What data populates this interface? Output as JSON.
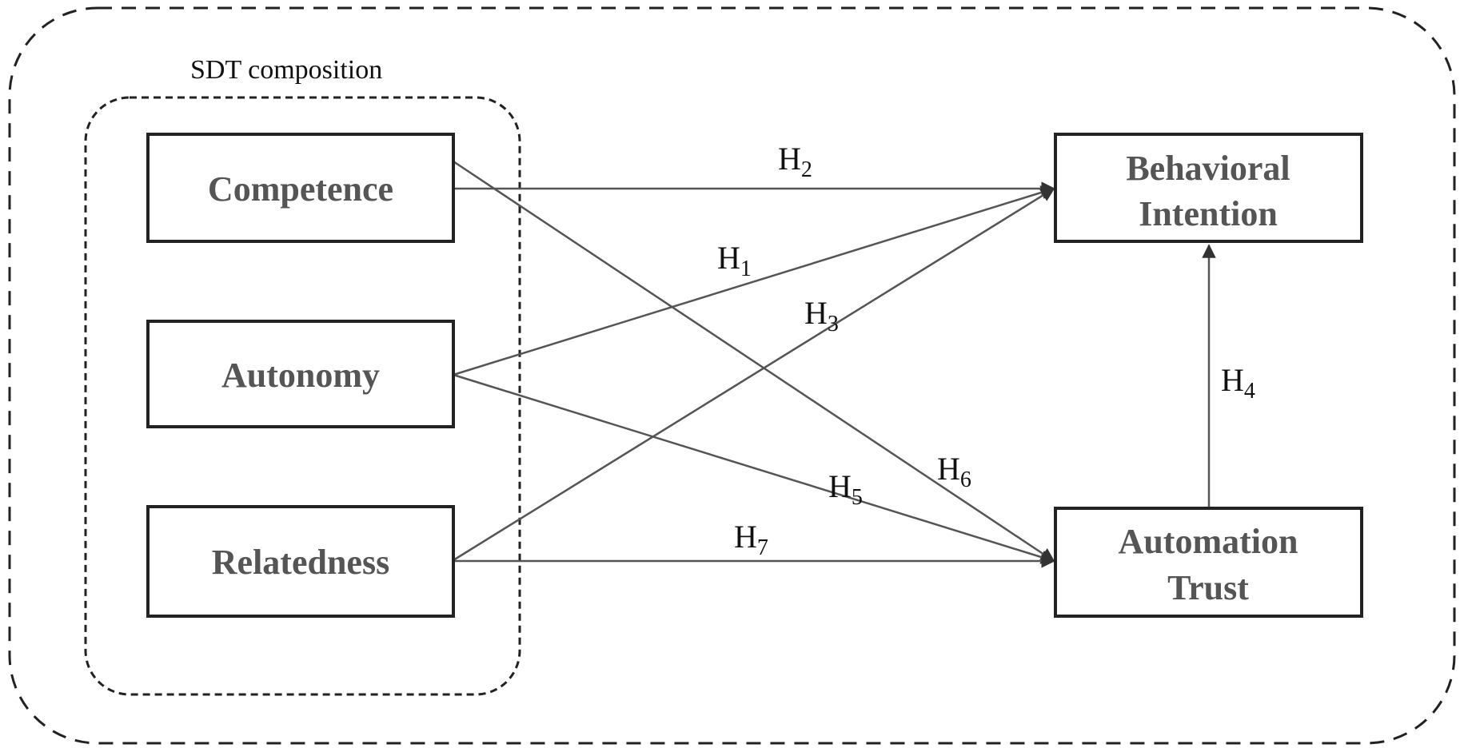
{
  "group": {
    "label": "SDT composition"
  },
  "nodes": {
    "competence": {
      "lines": [
        "Competence"
      ]
    },
    "autonomy": {
      "lines": [
        "Autonomy"
      ]
    },
    "relatedness": {
      "lines": [
        "Relatedness"
      ]
    },
    "behavioral_intention": {
      "lines": [
        "Behavioral",
        "Intention"
      ]
    },
    "automation_trust": {
      "lines": [
        "Automation",
        "Trust"
      ]
    }
  },
  "hypotheses": [
    {
      "id": "H1",
      "base": "H",
      "sub": "1",
      "from": "Autonomy",
      "to": "Behavioral Intention"
    },
    {
      "id": "H2",
      "base": "H",
      "sub": "2",
      "from": "Competence",
      "to": "Behavioral Intention"
    },
    {
      "id": "H3",
      "base": "H",
      "sub": "3",
      "from": "Relatedness",
      "to": "Behavioral Intention"
    },
    {
      "id": "H4",
      "base": "H",
      "sub": "4",
      "from": "Automation Trust",
      "to": "Behavioral Intention"
    },
    {
      "id": "H5",
      "base": "H",
      "sub": "5",
      "from": "Autonomy",
      "to": "Automation Trust"
    },
    {
      "id": "H6",
      "base": "H",
      "sub": "6",
      "from": "Competence",
      "to": "Automation Trust"
    },
    {
      "id": "H7",
      "base": "H",
      "sub": "7",
      "from": "Relatedness",
      "to": "Automation Trust"
    }
  ],
  "colors": {
    "box_border": "#222222",
    "text": "#555555",
    "arrow": "#555555"
  }
}
